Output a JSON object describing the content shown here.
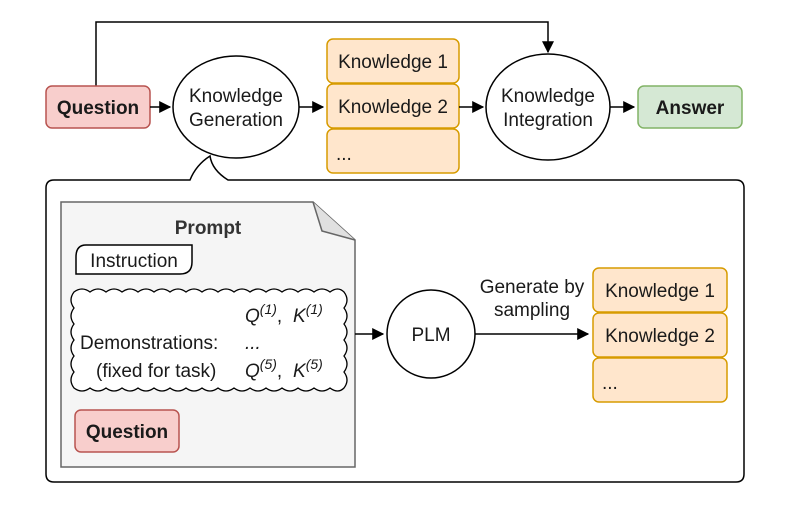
{
  "top_flow": {
    "question": "Question",
    "knowledge_generation": [
      "Knowledge",
      "Generation"
    ],
    "knowledge_items": [
      "Knowledge 1",
      "Knowledge 2",
      "..."
    ],
    "knowledge_integration": [
      "Knowledge",
      "Integration"
    ],
    "answer": "Answer"
  },
  "detail": {
    "prompt_title": "Prompt",
    "instruction": "Instruction",
    "demonstrations": {
      "label": "Demonstrations:",
      "sublabel": "(fixed for task)",
      "q1": "Q",
      "q1_sup": "(1)",
      "k1": "K",
      "k1_sup": "(1)",
      "ellipsis": "...",
      "q5": "Q",
      "q5_sup": "(5)",
      "k5": "K",
      "k5_sup": "(5)",
      "comma": ","
    },
    "question": "Question",
    "plm": "PLM",
    "arrow_label": [
      "Generate by",
      "sampling"
    ],
    "knowledge_items": [
      "Knowledge 1",
      "Knowledge 2",
      "..."
    ]
  },
  "colors": {
    "question_fill": "#f8cecc",
    "question_stroke": "#b85450",
    "knowledge_fill": "#ffe6cc",
    "knowledge_stroke": "#d79b00",
    "answer_fill": "#d5e8d4",
    "answer_stroke": "#82b366",
    "prompt_fill": "#f5f5f5",
    "prompt_stroke": "#666666"
  }
}
